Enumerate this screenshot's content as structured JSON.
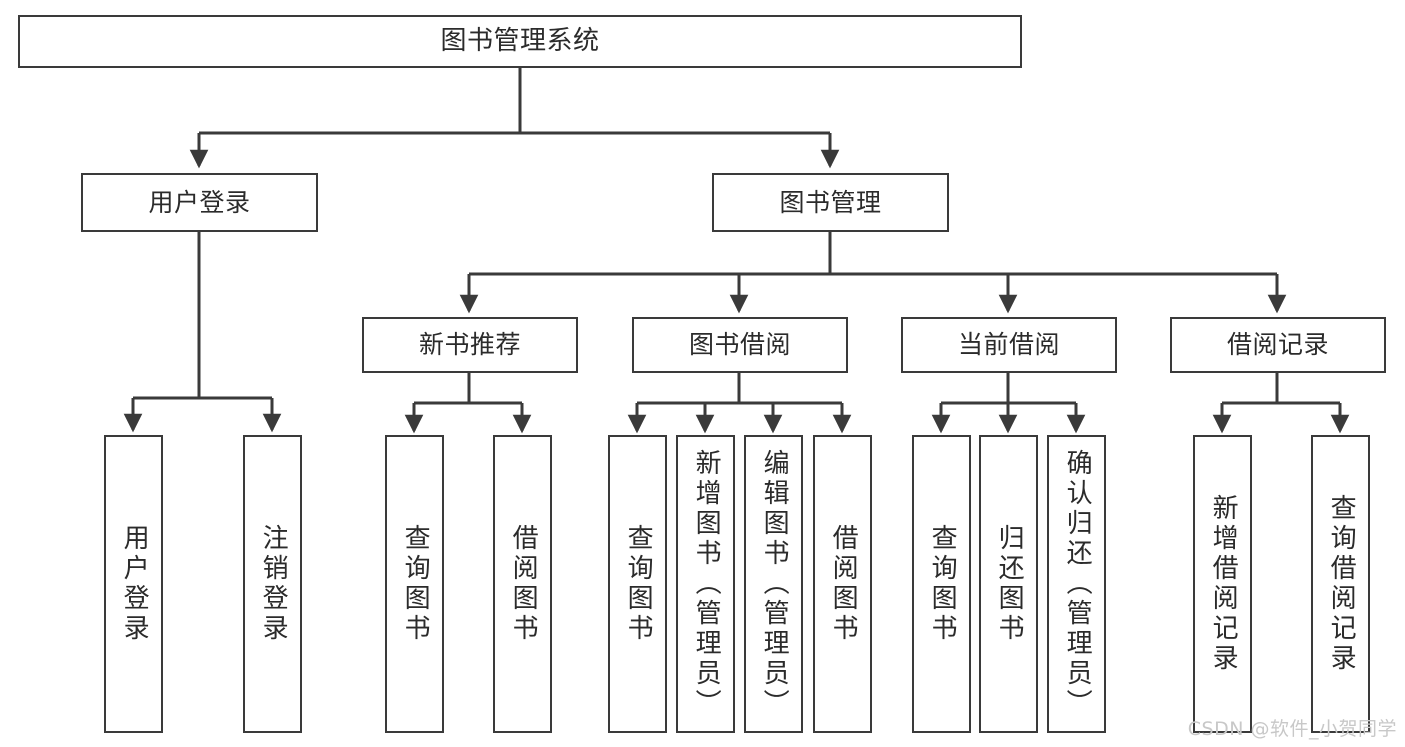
{
  "diagram": {
    "title": "图书管理系统",
    "type": "hierarchy-tree",
    "levels": 4,
    "watermark": "CSDN @软件_小贺同学",
    "colors": {
      "background": "#ffffff",
      "box_border": "#3a3a3a",
      "box_fill": "#ffffff",
      "edge": "#3a3a3a",
      "text": "#2b2b2b",
      "watermark": "#c8c8c8"
    },
    "root": {
      "id": "root",
      "label": "图书管理系统",
      "orientation": "horizontal"
    },
    "level2": [
      {
        "id": "user-login",
        "label": "用户登录",
        "orientation": "horizontal"
      },
      {
        "id": "book-manage",
        "label": "图书管理",
        "orientation": "horizontal"
      }
    ],
    "level3": [
      {
        "id": "new-book-rec",
        "label": "新书推荐",
        "orientation": "horizontal",
        "parent": "book-manage"
      },
      {
        "id": "book-borrow",
        "label": "图书借阅",
        "orientation": "horizontal",
        "parent": "book-manage"
      },
      {
        "id": "current-borrow",
        "label": "当前借阅",
        "orientation": "horizontal",
        "parent": "book-manage"
      },
      {
        "id": "borrow-record",
        "label": "借阅记录",
        "orientation": "horizontal",
        "parent": "book-manage"
      }
    ],
    "leaves": {
      "user_login": [
        {
          "id": "leaf-user-login",
          "label": "用户登录"
        },
        {
          "id": "leaf-user-logout",
          "label": "注销登录"
        }
      ],
      "new_book_rec": [
        {
          "id": "leaf-query-book-1",
          "label": "查询图书"
        },
        {
          "id": "leaf-borrow-book-1",
          "label": "借阅图书"
        }
      ],
      "book_borrow": [
        {
          "id": "leaf-query-book-2",
          "label": "查询图书"
        },
        {
          "id": "leaf-add-book",
          "label": "新增图书（管理员）"
        },
        {
          "id": "leaf-edit-book",
          "label": "编辑图书（管理员）"
        },
        {
          "id": "leaf-borrow-book-2",
          "label": "借阅图书"
        }
      ],
      "current_borrow": [
        {
          "id": "leaf-query-book-3",
          "label": "查询图书"
        },
        {
          "id": "leaf-return-book",
          "label": "归还图书"
        },
        {
          "id": "leaf-confirm-return",
          "label": "确认归还（管理员）"
        }
      ],
      "borrow_record": [
        {
          "id": "leaf-add-record",
          "label": "新增借阅记录"
        },
        {
          "id": "leaf-query-record",
          "label": "查询借阅记录"
        }
      ]
    }
  }
}
